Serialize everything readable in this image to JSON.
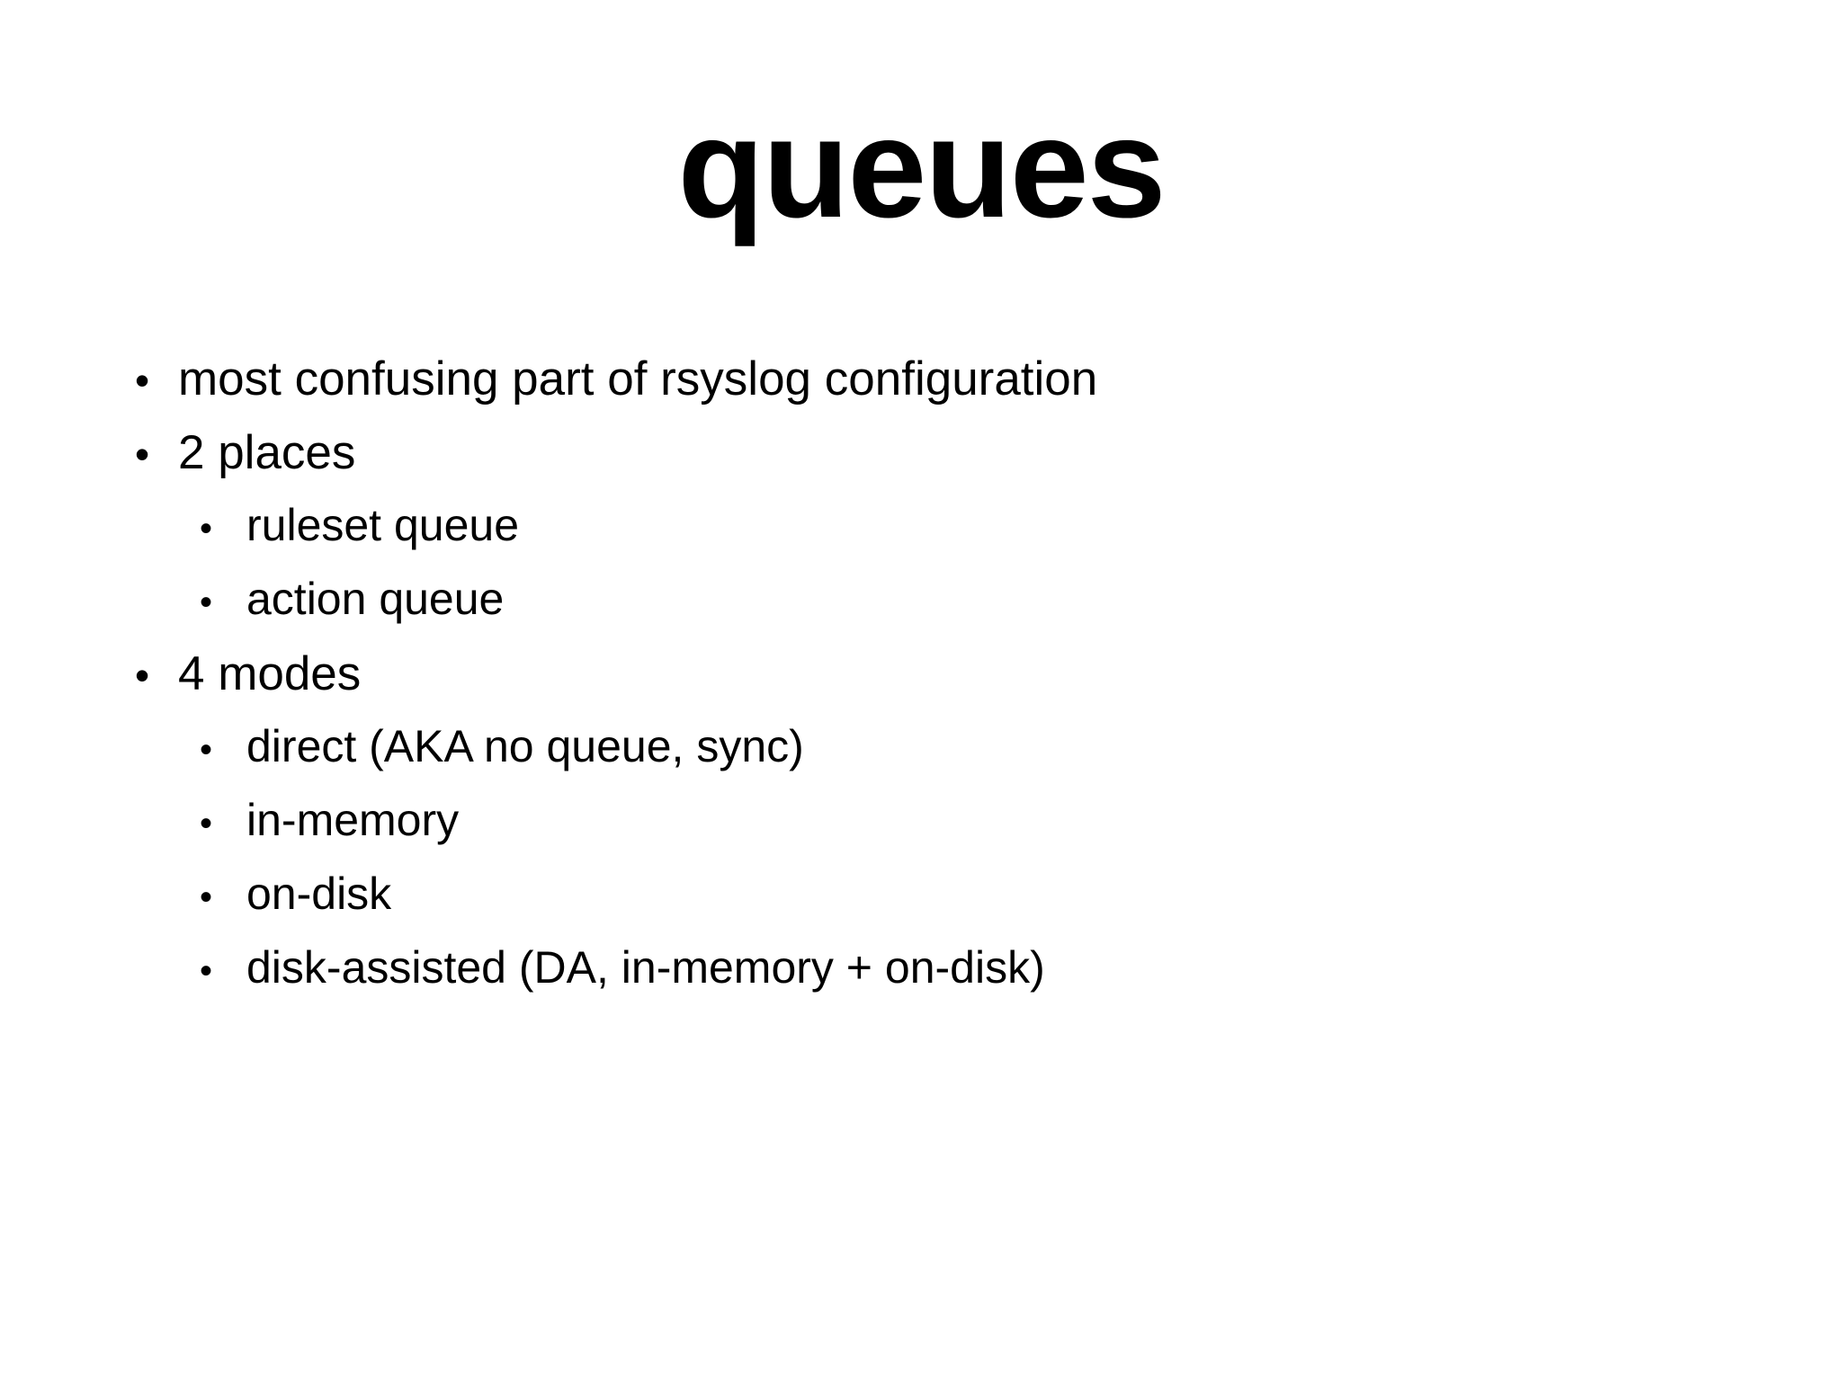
{
  "slide": {
    "title": "queues",
    "background_color": "#ffffff",
    "text_color": "#000000",
    "bullet_glyph": "•",
    "bullets": [
      {
        "level": 1,
        "text": "most confusing part of rsyslog configuration"
      },
      {
        "level": 1,
        "text": "2 places"
      },
      {
        "level": 2,
        "text": "ruleset queue"
      },
      {
        "level": 2,
        "text": "action queue"
      },
      {
        "level": 1,
        "text": "4 modes"
      },
      {
        "level": 2,
        "text": "direct (AKA no queue, sync)"
      },
      {
        "level": 2,
        "text": "in-memory"
      },
      {
        "level": 2,
        "text": "on-disk"
      },
      {
        "level": 2,
        "text": "disk-assisted (DA, in-memory + on-disk)"
      }
    ]
  }
}
